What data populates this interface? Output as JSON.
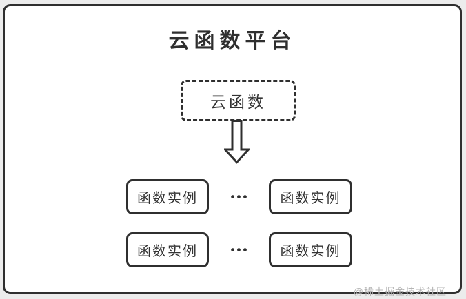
{
  "diagram": {
    "title": "云函数平台",
    "cloud_function": {
      "label": "云函数"
    },
    "ellipsis": "•••",
    "instances": [
      {
        "label": "函数实例"
      },
      {
        "label": "函数实例"
      },
      {
        "label": "函数实例"
      },
      {
        "label": "函数实例"
      }
    ],
    "watermark": "@稀土掘金技术社区",
    "colors": {
      "border": "#2f2f2f",
      "card_bg": "#ffffff",
      "page_bg": "#ececec",
      "text": "#333333",
      "watermark": "#b5b5b5"
    }
  }
}
